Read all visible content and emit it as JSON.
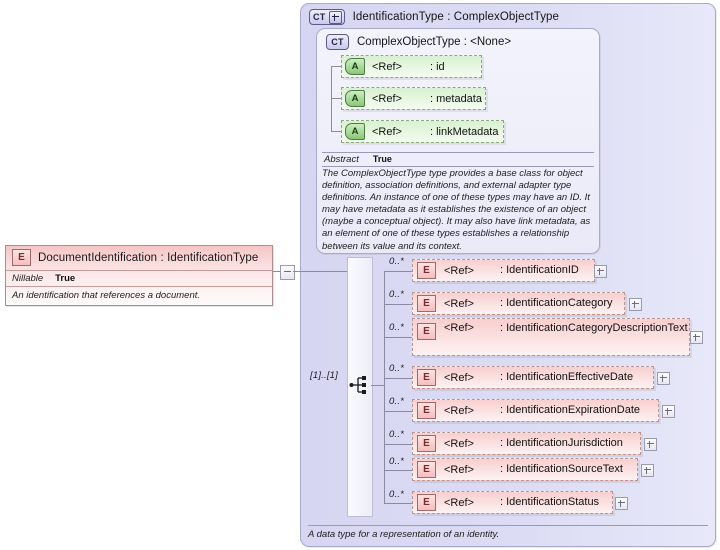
{
  "diagram": {
    "kind": "xsd-schema-diagram",
    "background": "#ffffff"
  },
  "element_node": {
    "icon": "E",
    "title": "DocumentIdentification : IdentificationType",
    "properties": [
      {
        "key": "Nillable",
        "value": "True"
      }
    ],
    "documentation": "An identification that references a document.",
    "collapse_toggle": "minus"
  },
  "type_container": {
    "badge": "CT",
    "expander": "+",
    "title": "IdentificationType : ComplexObjectType",
    "documentation": "A data type for a representation of an identity."
  },
  "base_type_box": {
    "badge": "CT",
    "title": "ComplexObjectType : <None>",
    "attributes": [
      {
        "icon": "A",
        "ref": "<Ref>",
        "name": ": id"
      },
      {
        "icon": "A",
        "ref": "<Ref>",
        "name": ": metadata"
      },
      {
        "icon": "A",
        "ref": "<Ref>",
        "name": ": linkMetadata"
      }
    ],
    "abstract": {
      "key": "Abstract",
      "value": "True"
    },
    "documentation": "The ComplexObjectType type provides a base class for object definition, association definitions, and external adapter type definitions. An instance of one of these types may have an ID. It may have metadata as it establishes the existence of an object (maybe a conceptual object). It may also have link metadata, as an element of one of these types establishes a relationship between its value and its context."
  },
  "sequence": {
    "icon": "sequence-compositor",
    "cardinality": "[1]..[1]"
  },
  "child_elements": [
    {
      "icon": "E",
      "cardinality": "0..*",
      "ref": "<Ref>",
      "name": ": IdentificationID",
      "expander": "+"
    },
    {
      "icon": "E",
      "cardinality": "0..*",
      "ref": "<Ref>",
      "name": ": IdentificationCategory",
      "expander": "+"
    },
    {
      "icon": "E",
      "cardinality": "0..*",
      "ref": "<Ref>",
      "name": ": IdentificationCategoryDescriptionText",
      "expander": "+"
    },
    {
      "icon": "E",
      "cardinality": "0..*",
      "ref": "<Ref>",
      "name": ": IdentificationEffectiveDate",
      "expander": "+"
    },
    {
      "icon": "E",
      "cardinality": "0..*",
      "ref": "<Ref>",
      "name": ": IdentificationExpirationDate",
      "expander": "+"
    },
    {
      "icon": "E",
      "cardinality": "0..*",
      "ref": "<Ref>",
      "name": ": IdentificationJurisdiction",
      "expander": "+"
    },
    {
      "icon": "E",
      "cardinality": "0..*",
      "ref": "<Ref>",
      "name": ": IdentificationSourceText",
      "expander": "+"
    },
    {
      "icon": "E",
      "cardinality": "0..*",
      "ref": "<Ref>",
      "name": ": IdentificationStatus",
      "expander": "+"
    }
  ],
  "colors": {
    "element_pink": "#f8cfcf",
    "attribute_green": "#d8f0d0",
    "type_lavender": "#d6d6f2",
    "border_gray": "#8a8aa4"
  }
}
